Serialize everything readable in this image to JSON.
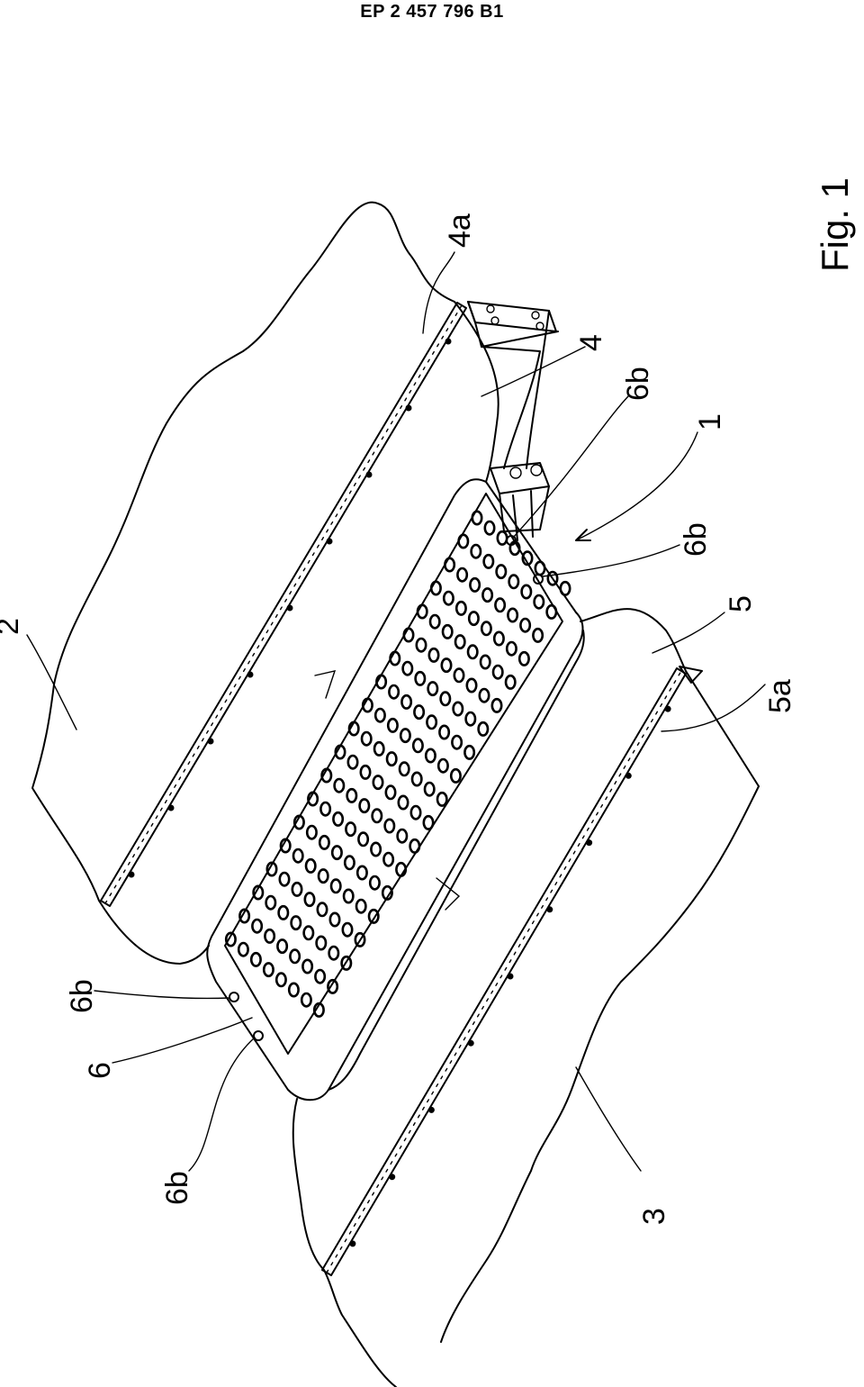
{
  "header": {
    "publication": "EP 2 457 796 B1"
  },
  "figure": {
    "caption": "Fig. 1"
  },
  "labels": {
    "l2": "2",
    "l3": "3",
    "l4": "4",
    "l4a": "4a",
    "l1": "1",
    "l5": "5",
    "l5a": "5a",
    "l6": "6",
    "l6b": "6b"
  }
}
